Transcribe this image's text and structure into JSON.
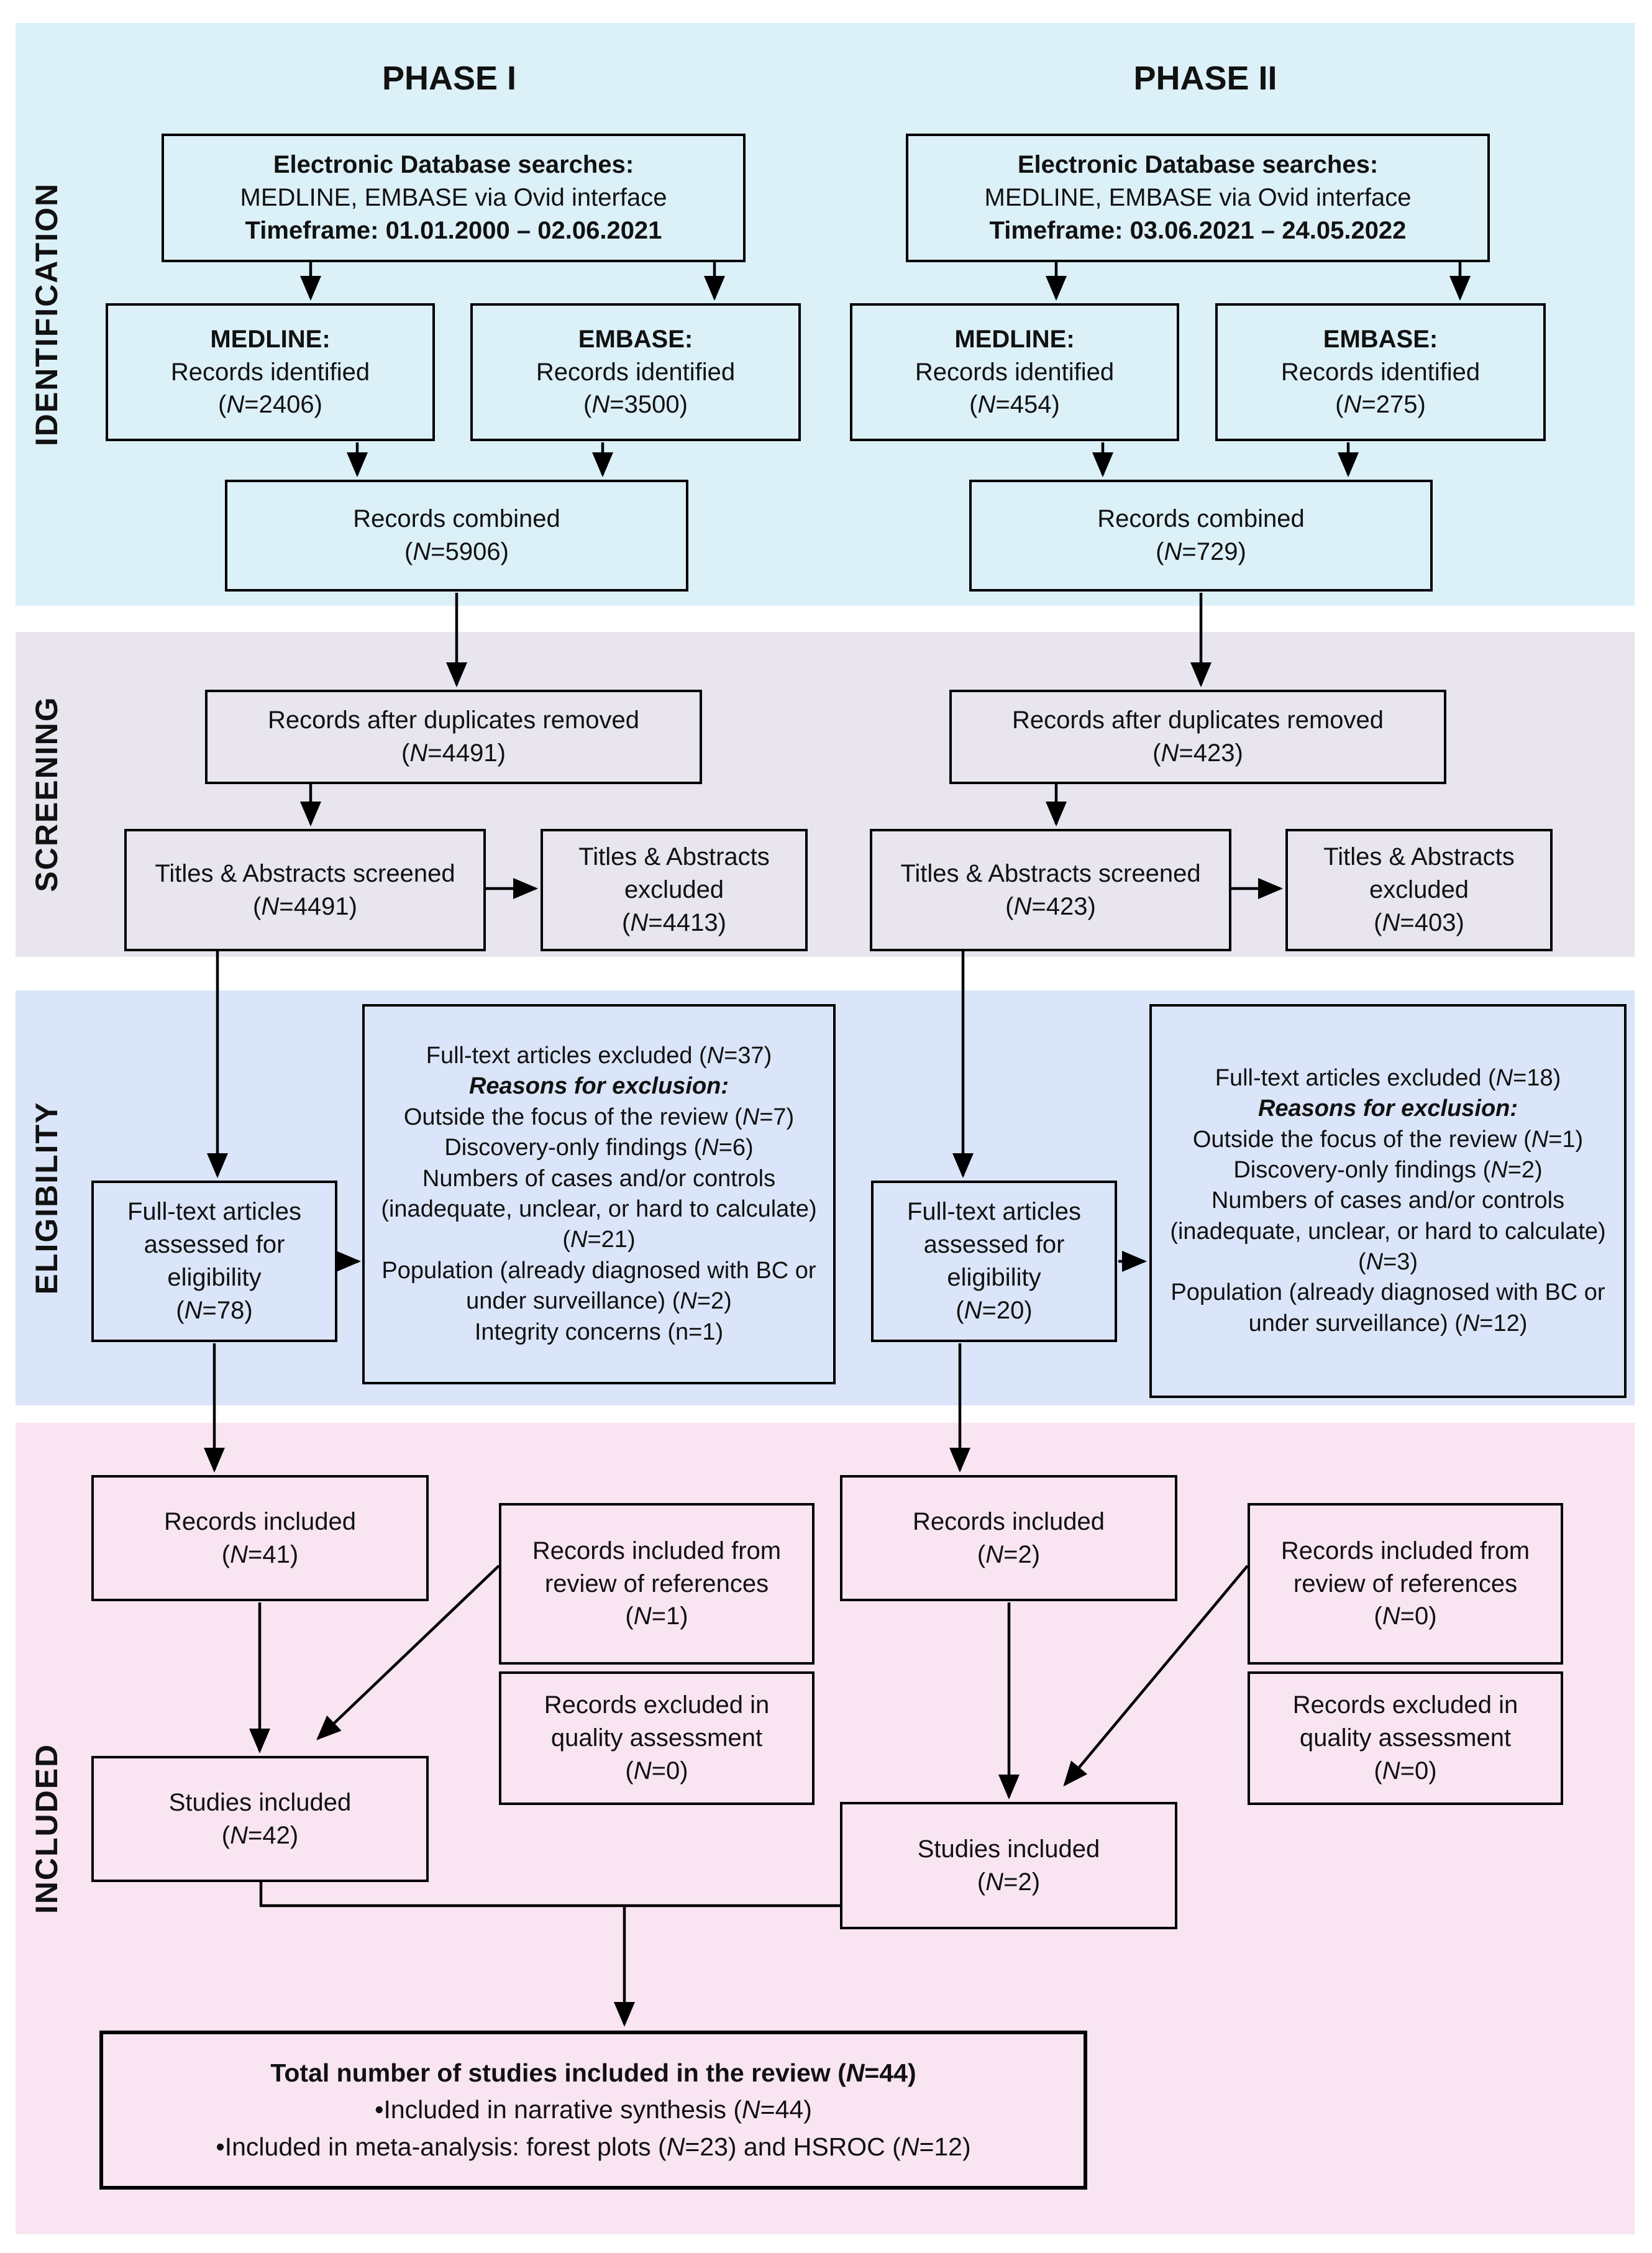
{
  "colors": {
    "identification-band": "#dcf0f8",
    "screening-band": "#e8e5ef",
    "eligibility-band": "#dbe5f9",
    "included-band": "#f8e5f1",
    "line": "#000000"
  },
  "sections": {
    "identification": "IDENTIFICATION",
    "screening": "SCREENING",
    "eligibility": "ELIGIBILITY",
    "included": "INCLUDED"
  },
  "phase1": {
    "header": "PHASE I",
    "electronic": {
      "line1": "Electronic Database searches:",
      "line2": "MEDLINE, EMBASE via Ovid interface",
      "line3": "Timeframe: 01.01.2000 – 02.06.2021"
    },
    "medline": {
      "title": "MEDLINE:",
      "line": "Records identified",
      "n": "(N=2406)"
    },
    "embase": {
      "title": "EMBASE:",
      "line": "Records identified",
      "n": "(N=3500)"
    },
    "combined": {
      "line": "Records combined",
      "n": "(N=5906)"
    },
    "duplicates": {
      "line": "Records after duplicates removed",
      "n": "(N=4491)"
    },
    "screened": {
      "line": "Titles & Abstracts screened",
      "n": "(N=4491)"
    },
    "ta_excluded": {
      "line": "Titles & Abstracts excluded",
      "n": "(N=4413)"
    },
    "fulltext": {
      "line": "Full-text articles assessed for eligibility",
      "n": "(N=78)"
    },
    "ft_excluded": {
      "line1": "Full-text articles excluded (N=37)",
      "line2": "Reasons for exclusion:",
      "line3": "Outside the focus of the review (N=7)",
      "line4": "Discovery-only findings (N=6)",
      "line5": "Numbers of cases and/or controls (inadequate, unclear, or hard to calculate) (N=21)",
      "line6": "Population (already diagnosed with BC or under surveillance) (N=2)",
      "line7": "Integrity concerns (n=1)"
    },
    "rec_included": {
      "line": "Records included",
      "n": "(N=41)"
    },
    "ref_included": {
      "line": "Records included from review of references",
      "n": "(N=1)"
    },
    "qual_excluded": {
      "line": "Records excluded in quality assessment",
      "n": "(N=0)"
    },
    "studies": {
      "line": "Studies included",
      "n": "(N=42)"
    }
  },
  "phase2": {
    "header": "PHASE II",
    "electronic": {
      "line1": "Electronic Database searches:",
      "line2": "MEDLINE, EMBASE via Ovid interface",
      "line3": "Timeframe: 03.06.2021 – 24.05.2022"
    },
    "medline": {
      "title": "MEDLINE:",
      "line": "Records identified",
      "n": "(N=454)"
    },
    "embase": {
      "title": "EMBASE:",
      "line": "Records identified",
      "n": "(N=275)"
    },
    "combined": {
      "line": "Records combined",
      "n": "(N=729)"
    },
    "duplicates": {
      "line": "Records after duplicates removed",
      "n": "(N=423)"
    },
    "screened": {
      "line": "Titles & Abstracts screened",
      "n": "(N=423)"
    },
    "ta_excluded": {
      "line": "Titles & Abstracts excluded",
      "n": "(N=403)"
    },
    "fulltext": {
      "line": "Full-text articles assessed for eligibility",
      "n": "(N=20)"
    },
    "ft_excluded": {
      "line1": "Full-text articles excluded (N=18)",
      "line2": "Reasons for exclusion:",
      "line3": "Outside the focus of the review (N=1)",
      "line4": "Discovery-only findings (N=2)",
      "line5": "Numbers of cases and/or controls (inadequate, unclear, or hard to calculate) (N=3)",
      "line6": "Population (already diagnosed with BC or under surveillance) (N=12)"
    },
    "rec_included": {
      "line": "Records included",
      "n": "(N=2)"
    },
    "ref_included": {
      "line": "Records included from review of references",
      "n": "(N=0)"
    },
    "qual_excluded": {
      "line": "Records excluded in quality assessment",
      "n": "(N=0)"
    },
    "studies": {
      "line": "Studies included",
      "n": "(N=2)"
    }
  },
  "total": {
    "line1": "Total number of studies included in the review (N=44)",
    "line2": "•Included in narrative synthesis (N=44)",
    "line3": "•Included in meta-analysis: forest plots (N=23) and HSROC (N=12)"
  }
}
